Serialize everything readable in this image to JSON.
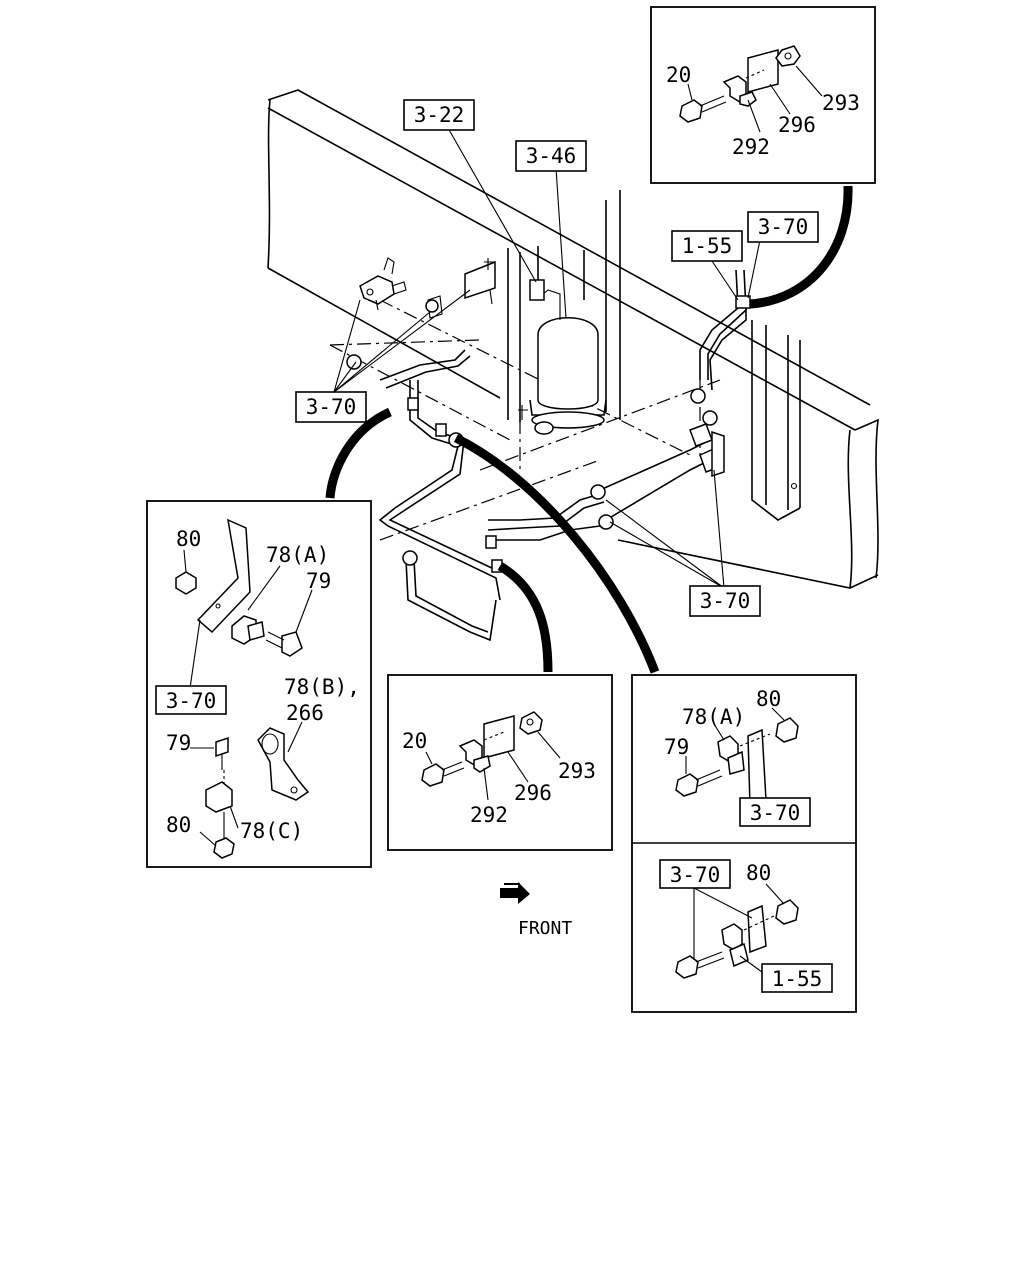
{
  "main_diagram": {
    "ref_3_22": "3-22",
    "ref_3_46": "3-46",
    "ref_1_55": "1-55",
    "ref_3_70_top": "3-70",
    "ref_3_70_left": "3-70",
    "ref_3_70_right": "3-70"
  },
  "inset_top_right": {
    "p20": "20",
    "p292": "292",
    "p293": "293",
    "p296": "296"
  },
  "inset_left": {
    "p80_top": "80",
    "p78a": "78(A)",
    "p79_top": "79",
    "ref_3_70": "3-70",
    "p78b_266_line1": "78(B),",
    "p78b_266_line2": "266",
    "p79_bottom": "79",
    "p80_bottom": "80",
    "p78c": "78(C)"
  },
  "inset_center": {
    "p20": "20",
    "p292": "292",
    "p293": "293",
    "p296": "296"
  },
  "inset_right_top": {
    "p78a": "78(A)",
    "p80": "80",
    "p79": "79",
    "ref_3_70": "3-70"
  },
  "inset_right_bottom": {
    "ref_3_70": "3-70",
    "p80": "80",
    "ref_1_55": "1-55"
  },
  "front_label": "FRONT"
}
